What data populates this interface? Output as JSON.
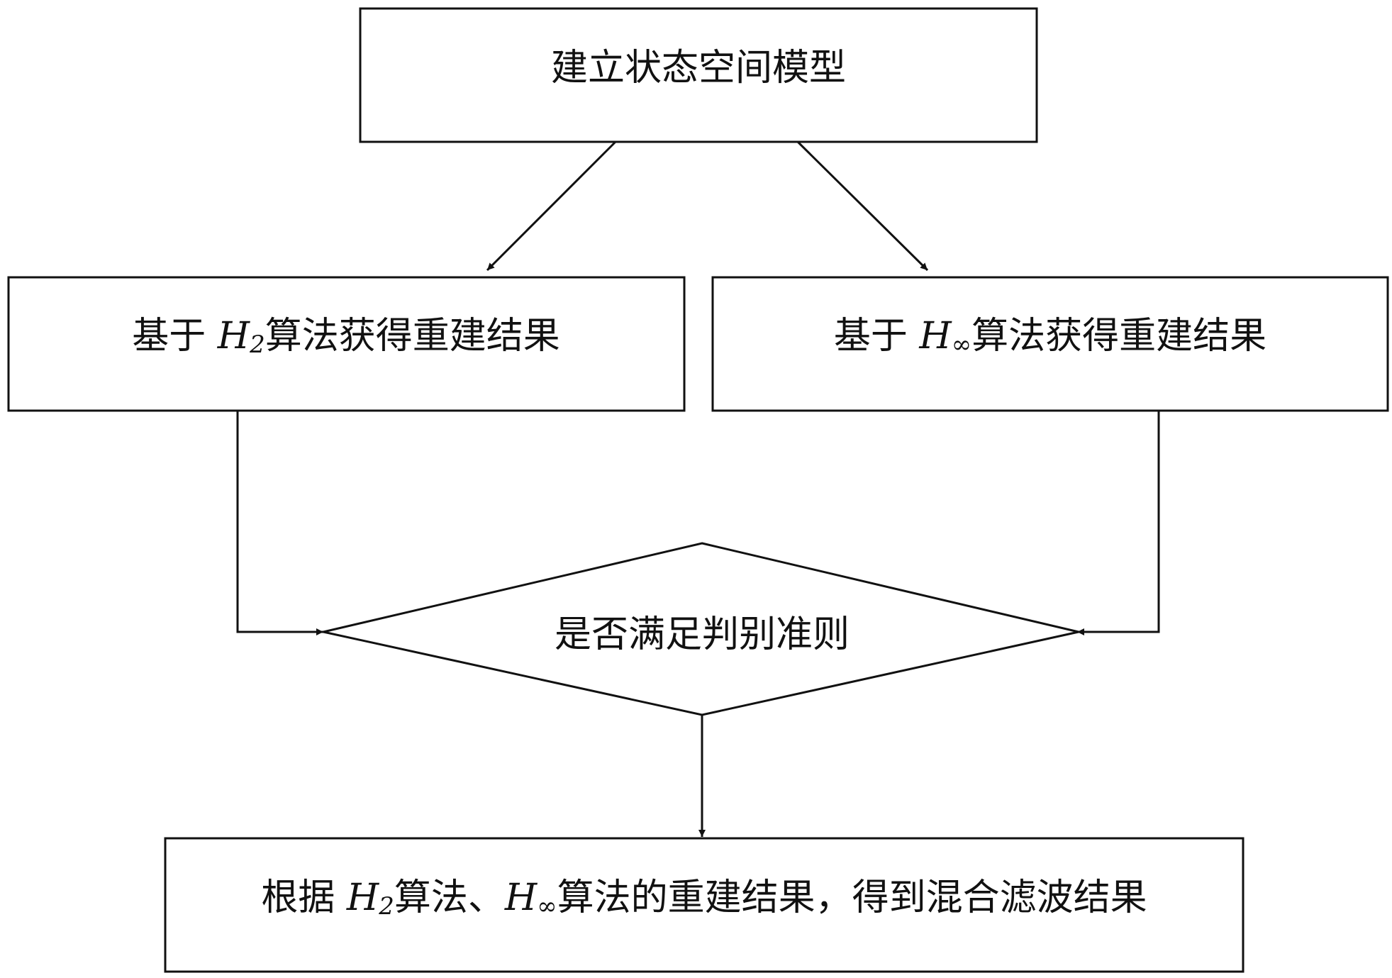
{
  "nodes": {
    "model": {
      "label": "建立状态空间模型"
    },
    "h2": {
      "pre": "基于 ",
      "var": "H",
      "sub": "2",
      "post": "算法获得重建结果"
    },
    "hinf": {
      "pre": "基于 ",
      "var": "H",
      "sub": "∞",
      "post": "算法获得重建结果"
    },
    "decision": {
      "label": "是否满足判别准则"
    },
    "result": {
      "pre": "根据 ",
      "var1": "H",
      "sub1": "2",
      "mid": "算法、",
      "var2": "H",
      "sub2": "∞",
      "post": "算法的重建结果，得到混合滤波结果"
    }
  }
}
